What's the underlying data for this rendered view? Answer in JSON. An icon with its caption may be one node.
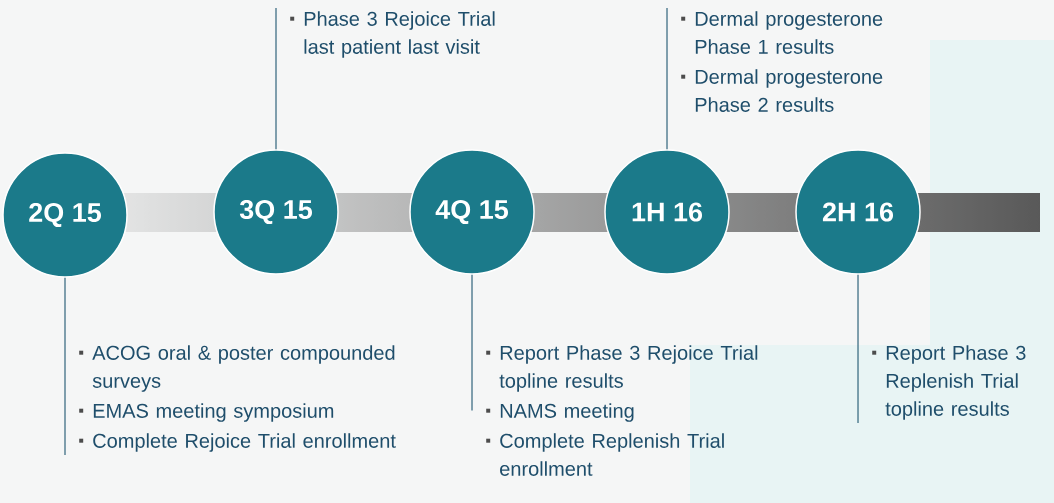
{
  "diagram": {
    "nodes": [
      {
        "text": [
          "2Q 15"
        ]
      },
      {
        "text": [
          "3Q 15"
        ]
      },
      {
        "text": [
          "4Q 15"
        ]
      },
      {
        "text": [
          "1H 16"
        ]
      },
      {
        "text": [
          "2H 16"
        ]
      },
      {
        "text": [
          "Phase 3 Rejoice Trial last patient last visit"
        ]
      },
      {
        "text": [
          "Dermal progesterone Phase 1 results",
          "Dermal progesterone Phase 2 results"
        ]
      },
      {
        "text": [
          "ACOG oral & poster compounded surveys",
          "EMAS meeting symposium",
          "Complete Rejoice Trial enrollment"
        ]
      },
      {
        "text": [
          "Report Phase 3 Rejoice Trial topline results",
          "NAMS meeting",
          "Complete Replenish Trial enrollment"
        ]
      },
      {
        "text": [
          "Report Phase 3 Replenish Trial topline results"
        ]
      }
    ],
    "edges": [
      {
        "from": 0,
        "to": 7,
        "arrow": "none"
      },
      {
        "from": 1,
        "to": 5,
        "arrow": "none"
      },
      {
        "from": 2,
        "to": 8,
        "arrow": "none"
      },
      {
        "from": 3,
        "to": 6,
        "arrow": "none"
      },
      {
        "from": 4,
        "to": 9,
        "arrow": "none"
      }
    ]
  }
}
